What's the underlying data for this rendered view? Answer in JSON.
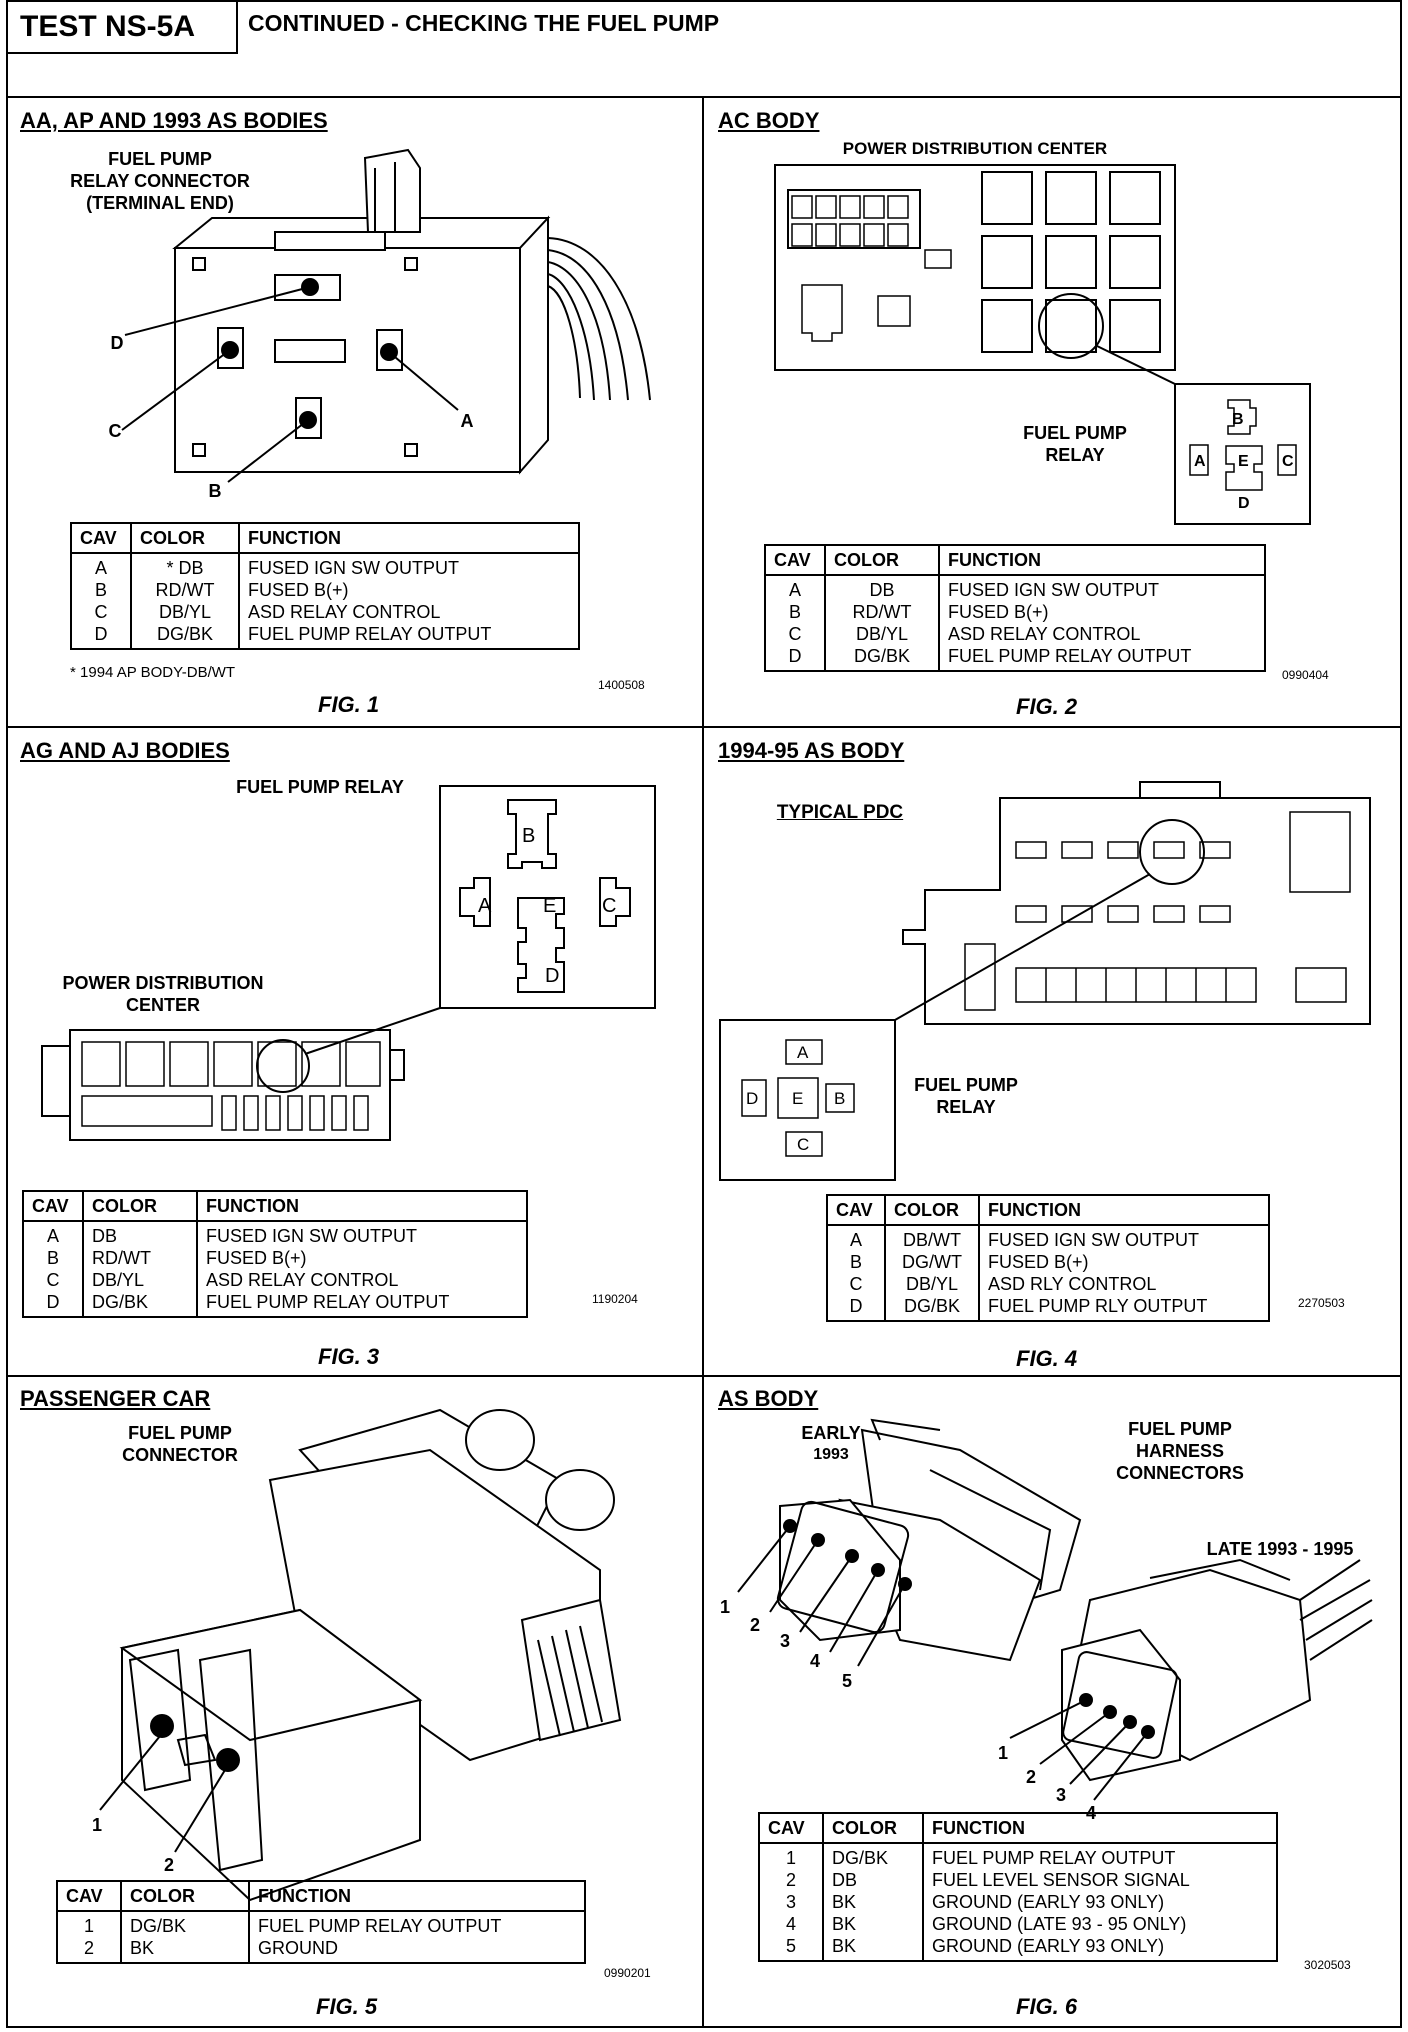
{
  "header": {
    "test_label": "TEST NS-5A",
    "title": "CONTINUED - CHECKING THE FUEL PUMP"
  },
  "columns": [
    "CAV",
    "COLOR",
    "FUNCTION"
  ],
  "fig1": {
    "title": "AA, AP AND 1993 AS BODIES",
    "connector_label": [
      "FUEL PUMP",
      "RELAY CONNECTOR",
      "(TERMINAL END)"
    ],
    "callouts": [
      "D",
      "C",
      "A",
      "B"
    ],
    "rows": [
      [
        "A",
        "* DB",
        "FUSED IGN SW OUTPUT"
      ],
      [
        "B",
        "RD/WT",
        "FUSED B(+)"
      ],
      [
        "C",
        "DB/YL",
        "ASD RELAY CONTROL"
      ],
      [
        "D",
        "DG/BK",
        "FUEL PUMP RELAY OUTPUT"
      ]
    ],
    "footnote": "* 1994 AP BODY-DB/WT",
    "code": "1400508",
    "caption": "FIG. 1"
  },
  "fig2": {
    "title": "AC BODY",
    "pdc_label": "POWER DISTRIBUTION CENTER",
    "relay_label": [
      "FUEL PUMP",
      "RELAY"
    ],
    "relay_terminals": [
      "B",
      "A",
      "E",
      "C",
      "D"
    ],
    "rows": [
      [
        "A",
        "DB",
        "FUSED IGN SW OUTPUT"
      ],
      [
        "B",
        "RD/WT",
        "FUSED B(+)"
      ],
      [
        "C",
        "DB/YL",
        "ASD RELAY CONTROL"
      ],
      [
        "D",
        "DG/BK",
        "FUEL PUMP RELAY OUTPUT"
      ]
    ],
    "code": "0990404",
    "caption": "FIG. 2"
  },
  "fig3": {
    "title": "AG AND AJ BODIES",
    "relay_label": "FUEL PUMP RELAY",
    "relay_terminals": [
      "B",
      "A",
      "E",
      "C",
      "D"
    ],
    "pdc_label": [
      "POWER DISTRIBUTION",
      "CENTER"
    ],
    "rows": [
      [
        "A",
        "DB",
        "FUSED IGN SW OUTPUT"
      ],
      [
        "B",
        "RD/WT",
        "FUSED B(+)"
      ],
      [
        "C",
        "DB/YL",
        "ASD RELAY CONTROL"
      ],
      [
        "D",
        "DG/BK",
        "FUEL PUMP RELAY OUTPUT"
      ]
    ],
    "code": "1190204",
    "caption": "FIG. 3"
  },
  "fig4": {
    "title": "1994-95 AS BODY",
    "pdc_label": "TYPICAL PDC",
    "relay_label": [
      "FUEL PUMP",
      "RELAY"
    ],
    "relay_terminals": [
      "A",
      "D",
      "E",
      "B",
      "C"
    ],
    "rows": [
      [
        "A",
        "DB/WT",
        "FUSED IGN SW OUTPUT"
      ],
      [
        "B",
        "DG/WT",
        "FUSED B(+)"
      ],
      [
        "C",
        "DB/YL",
        "ASD RLY CONTROL"
      ],
      [
        "D",
        "DG/BK",
        "FUEL PUMP RLY OUTPUT"
      ]
    ],
    "code": "2270503",
    "caption": "FIG. 4"
  },
  "fig5": {
    "title": "PASSENGER CAR",
    "connector_label": [
      "FUEL PUMP",
      "CONNECTOR"
    ],
    "callouts": [
      "1",
      "2"
    ],
    "rows": [
      [
        "1",
        "DG/BK",
        "FUEL PUMP RELAY OUTPUT"
      ],
      [
        "2",
        "BK",
        "GROUND"
      ]
    ],
    "code": "0990201",
    "caption": "FIG. 5"
  },
  "fig6": {
    "title": "AS BODY",
    "early_label": [
      "EARLY",
      "1993"
    ],
    "harness_label": [
      "FUEL PUMP",
      "HARNESS",
      "CONNECTORS"
    ],
    "late_label": "LATE 1993 - 1995",
    "early_callouts": [
      "1",
      "2",
      "3",
      "4",
      "5"
    ],
    "late_callouts": [
      "1",
      "2",
      "3",
      "4"
    ],
    "rows": [
      [
        "1",
        "DG/BK",
        "FUEL PUMP RELAY OUTPUT"
      ],
      [
        "2",
        "DB",
        "FUEL LEVEL SENSOR SIGNAL"
      ],
      [
        "3",
        "BK",
        "GROUND (EARLY 93 ONLY)"
      ],
      [
        "4",
        "BK",
        "GROUND (LATE 93 - 95 ONLY)"
      ],
      [
        "5",
        "BK",
        "GROUND (EARLY 93 ONLY)"
      ]
    ],
    "code": "3020503",
    "caption": "FIG. 6"
  }
}
